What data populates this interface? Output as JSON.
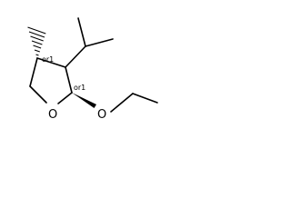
{
  "molecule": {
    "atoms": {
      "ring_oxygen": "O",
      "ether_oxygen": "O"
    },
    "stereo_labels": {
      "c4": "or1",
      "c2": "or1"
    }
  }
}
